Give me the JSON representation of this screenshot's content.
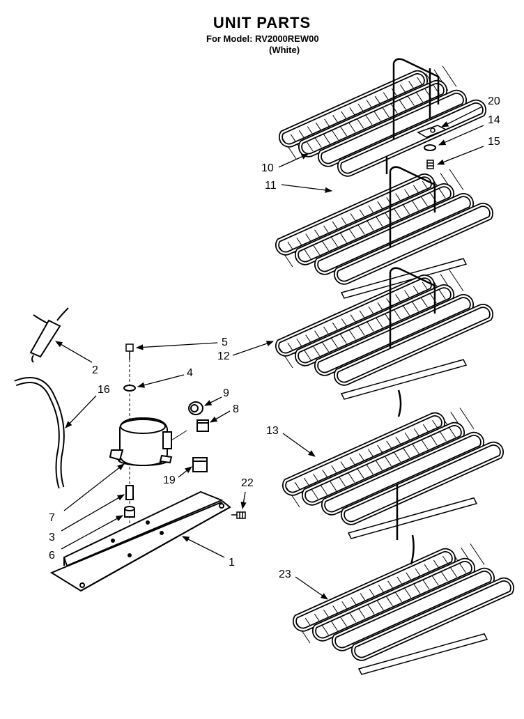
{
  "title": "UNIT PARTS",
  "model_line": "For Model: RV2000REW00",
  "color_line": "(White)",
  "callouts": [
    "20",
    "14",
    "15",
    "10",
    "11",
    "5",
    "2",
    "12",
    "4",
    "16",
    "9",
    "8",
    "13",
    "19",
    "22",
    "7",
    "3",
    "6",
    "1",
    "23"
  ]
}
